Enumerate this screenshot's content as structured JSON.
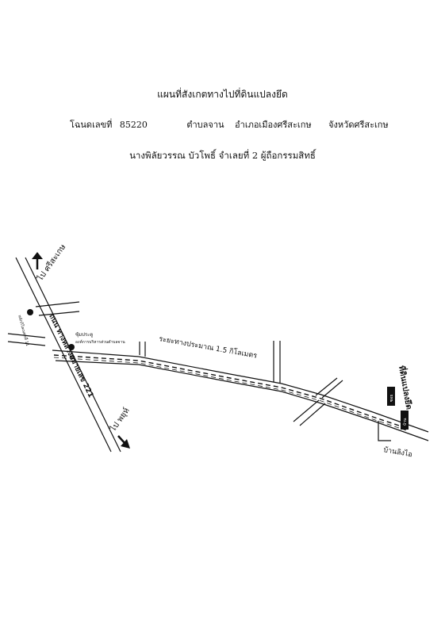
{
  "header": {
    "title": "แผนที่สังเกตทางไปที่ดินแปลงยึด",
    "deed_label": "โฉนดเลขที่",
    "deed_number": "85220",
    "subdistrict": "ตำบลจาน",
    "district": "อำเภอเมืองศรีสะเกษ",
    "province": "จังหวัดศรีสะเกษ",
    "owner": "นางพิลัยวรรณ บัวโพธิ์ จำเลยที่ 2 ผู้ถือกรรมสิทธิ์"
  },
  "map": {
    "to_north": "ไป ศรีสะเกษ",
    "to_south": "ไป พยุห์",
    "highway": "ถนน ทางหลวงหมายเลข 221",
    "km_marker": "หลักกิโลเมตรที่ 11",
    "junction": "ซุ้มประตู",
    "office": "องค์การบริหารส่วนตำบลจาน",
    "distance": "ระยะทางประมาณ 1.5 กิโลเมตร",
    "parcel": "ที่ดินแปลงยึด",
    "village": "บ้านลิงไอ",
    "box_upper": "ซอย",
    "box_lower": "บ้าน"
  }
}
